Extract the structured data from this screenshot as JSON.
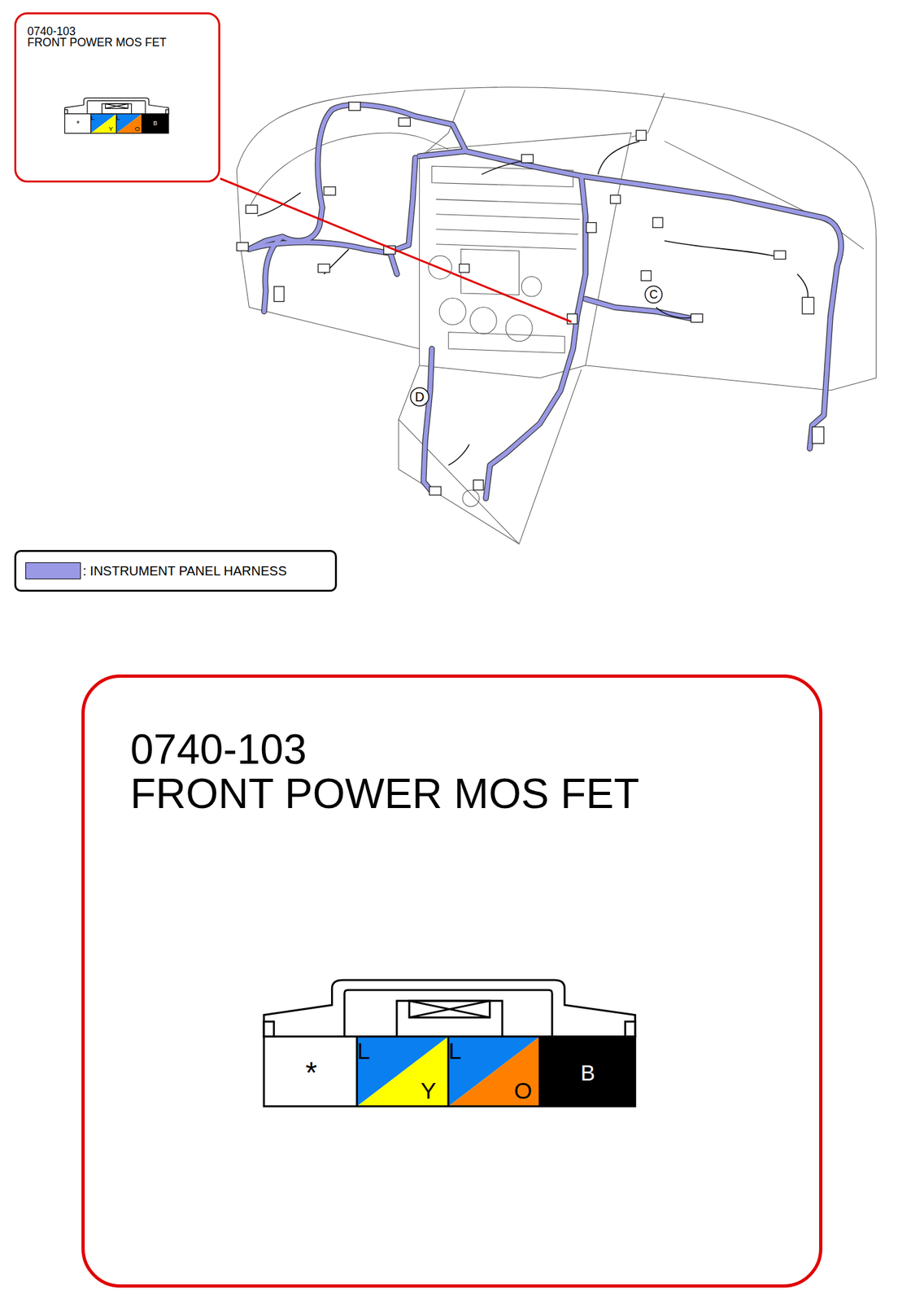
{
  "diagram": {
    "nodes": [
      {
        "text": [
          "0740-103",
          "FRONT POWER MOS FET"
        ]
      },
      {
        "text": [
          "0740-103",
          "FRONT POWER MOS FET"
        ]
      }
    ],
    "labels": [
      "*",
      "L",
      "Y",
      "L",
      "O",
      "B",
      "*",
      "L",
      "Y",
      "L",
      "O",
      "B",
      "C",
      "D"
    ],
    "legend": [
      {
        "text": ": INSTRUMENT PANEL HARNESS",
        "color": "#9999e6"
      }
    ]
  }
}
